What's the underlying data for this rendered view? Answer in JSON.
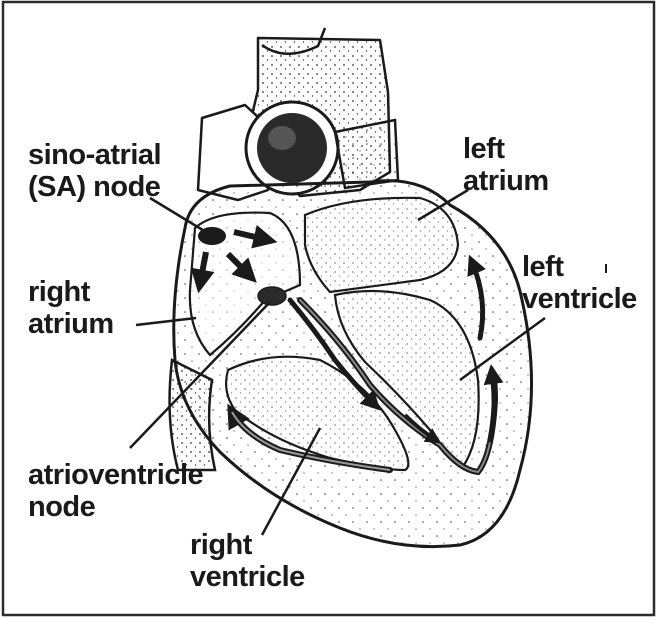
{
  "labels": {
    "sa_node": [
      "sino-atrial",
      "(SA) node"
    ],
    "right_atrium": [
      "right",
      "atrium"
    ],
    "av_node": [
      "atrioventricle",
      "node"
    ],
    "right_ventricle": [
      "right",
      "ventricle"
    ],
    "left_atrium": [
      "left",
      "atrium"
    ],
    "left_ventricle": [
      "left",
      "ventricle"
    ]
  }
}
